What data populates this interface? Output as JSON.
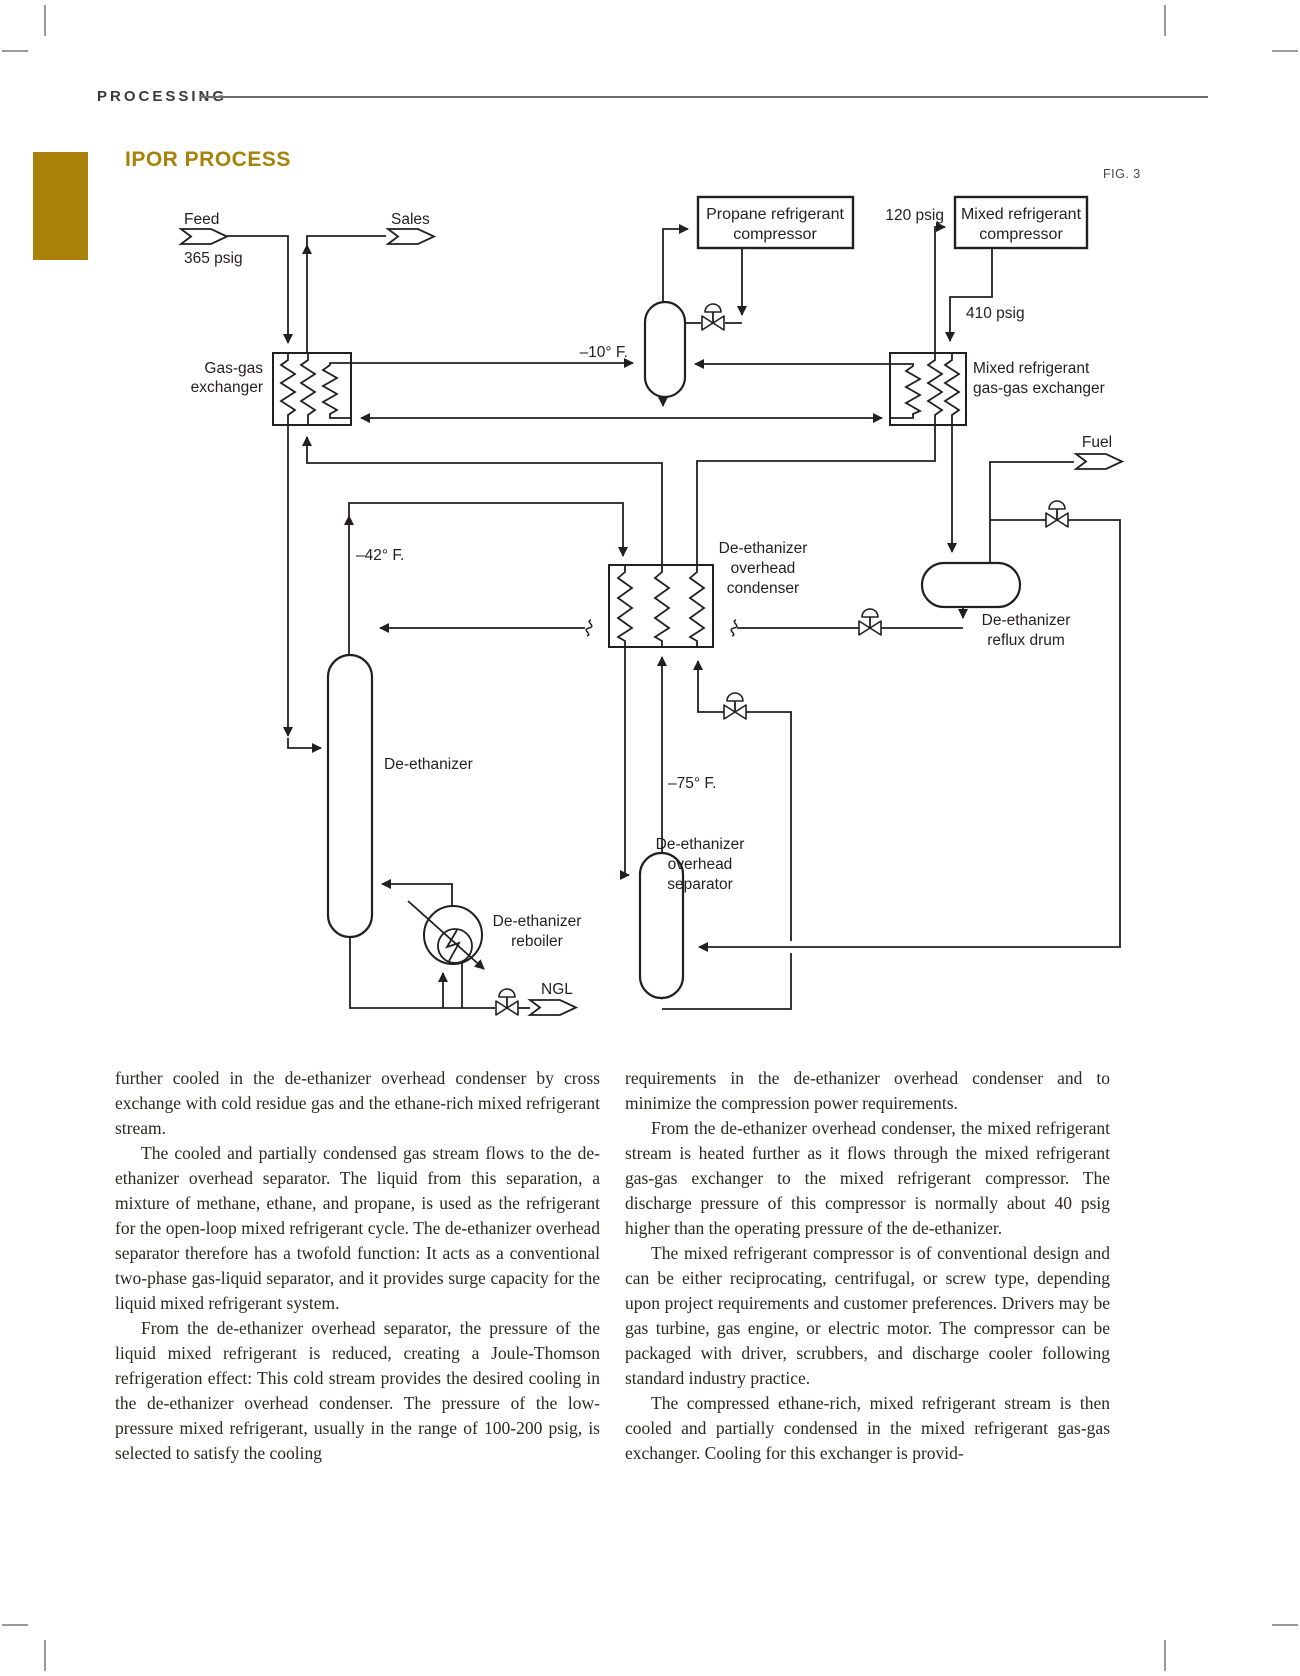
{
  "page": {
    "section_label": "PROCESSING",
    "title": "IPOR PROCESS",
    "figure_label": "FIG. 3",
    "accent_color": "#a88208"
  },
  "diagram": {
    "labels": {
      "feed": "Feed",
      "feed_pressure": "365 psig",
      "sales": "Sales",
      "propane_compressor_1": "Propane refrigerant",
      "propane_compressor_2": "compressor",
      "suction_pressure": "120 psig",
      "mr_compressor_1": "Mixed refrigerant",
      "mr_compressor_2": "compressor",
      "discharge_pressure": "410 psig",
      "chiller_temp": "–10° F.",
      "gasgas_exchanger_1": "Gas-gas",
      "gasgas_exchanger_2": "exchanger",
      "mr_exchanger_1": "Mixed refrigerant",
      "mr_exchanger_2": "gas-gas exchanger",
      "fuel": "Fuel",
      "overhead_temp": "–42° F.",
      "condenser_1": "De-ethanizer",
      "condenser_2": "overhead",
      "condenser_3": "condenser",
      "reflux_drum_1": "De-ethanizer",
      "reflux_drum_2": "reflux drum",
      "column": "De-ethanizer",
      "separator_temp": "–75° F.",
      "separator_1": "De-ethanizer",
      "separator_2": "overhead",
      "separator_3": "separator",
      "reboiler_1": "De-ethanizer",
      "reboiler_2": "reboiler",
      "ngl": "NGL"
    }
  },
  "article": {
    "left_column": [
      "further cooled in the de-ethanizer overhead condenser by cross exchange with cold residue gas and the ethane-rich mixed refrigerant stream.",
      "The cooled and partially condensed gas stream flows to the de-ethanizer overhead separator. The liquid from this separation, a mixture of methane, ethane, and propane, is used as the refrigerant for the open-loop mixed refrigerant cycle. The de-ethanizer overhead separator therefore has a twofold function: It acts as a conventional two-phase gas-liquid separator, and it provides surge capacity for the liquid mixed refrigerant system.",
      "From the de-ethanizer overhead separator, the pressure of the liquid mixed refrigerant is reduced, creating a Joule-Thomson refrigeration effect: This cold stream provides the desired cooling in the de-ethanizer overhead condenser. The pressure of the low-pressure mixed refrigerant, usually in the range of 100-200 psig, is selected to satisfy the cooling"
    ],
    "right_column": [
      "requirements in the de-ethanizer overhead condenser and to minimize the compression power requirements.",
      "From the de-ethanizer overhead condenser, the mixed refrigerant stream is heated further as it flows through the mixed refrigerant gas-gas exchanger to the mixed refrigerant compressor. The discharge pressure of this compressor is normally about 40 psig higher than the operating pressure of the de-ethanizer.",
      "The mixed refrigerant compressor is of conventional design and can be either reciprocating, centrifugal, or screw type, depending upon project requirements and customer preferences. Drivers may be gas turbine, gas engine, or electric motor. The compressor can be packaged with driver, scrubbers, and discharge cooler following standard industry practice.",
      "The compressed ethane-rich, mixed refrigerant stream is then cooled and partially condensed in the mixed refrigerant gas-gas exchanger. Cooling for this exchanger is provid-"
    ]
  }
}
